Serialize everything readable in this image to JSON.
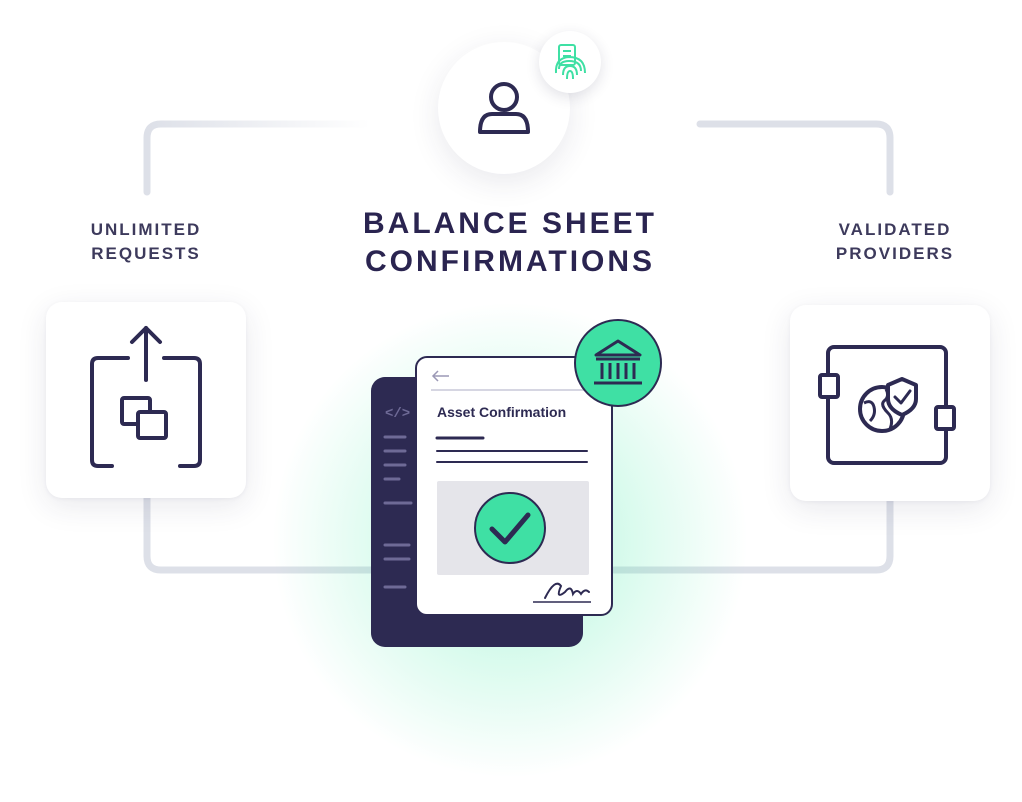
{
  "title_line1": "BALANCE SHEET",
  "title_line2": "CONFIRMATIONS",
  "left_feature": {
    "line1": "UNLIMITED",
    "line2": "REQUESTS",
    "icon": "upload-copy-icon"
  },
  "right_feature": {
    "line1": "VALIDATED",
    "line2": "PROVIDERS",
    "icon": "globe-shield-icon"
  },
  "document": {
    "title": "Asset Confirmation",
    "back_icon": "back-arrow-icon",
    "status_icon": "check-circle-icon",
    "badge_icon": "bank-icon",
    "signature": "signature-mark",
    "code_icon": "code-icon"
  },
  "top_node": {
    "icon": "user-icon",
    "badge_icon": "fingerprint-document-icon"
  },
  "colors": {
    "navy": "#2d2a52",
    "accent_green": "#3fe0a4",
    "accent_purple": "#7b5cf2",
    "connector_gray": "#dde0e8",
    "card_white": "#ffffff"
  }
}
